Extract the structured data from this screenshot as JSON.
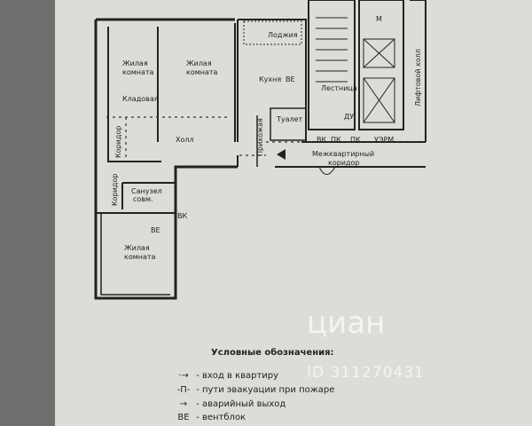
{
  "rooms": {
    "living1": [
      "Жилая",
      "комната"
    ],
    "living2": [
      "Жилая",
      "комната"
    ],
    "living3": [
      "Жилая",
      "комната"
    ],
    "storage": "Кладовая",
    "hall": "Холл",
    "kitchen": "Кухня",
    "loggia": "Лоджия",
    "toilet": "Туалет",
    "bath": [
      "Санузел",
      "совм."
    ],
    "corridor1": "Коридор",
    "corridor2": "Коридор",
    "hallway": "Прихожая",
    "stairs": "Лестница",
    "shaft": "Лифтовой холл",
    "intercorridor": [
      "Межквартирный",
      "коридор"
    ]
  },
  "codes": {
    "be1": "ВЕ",
    "be2": "ВЕ",
    "vk1": "ВК",
    "vk2": "ВК",
    "pk1": "ПК",
    "pk2": "ПК",
    "du": "ДУ",
    "uzerm": "УЭРМ",
    "m": "М"
  },
  "legend": {
    "title": "Условные обозначения:",
    "items": [
      {
        "symbol": "·→",
        "text": "- вход в квартиру"
      },
      {
        "symbol": "-П-",
        "text": "- пути эвакуации при пожаре"
      },
      {
        "symbol": "→",
        "text": "- аварийный выход"
      },
      {
        "symbol": "ВЕ",
        "text": "- вентблок"
      }
    ]
  },
  "watermark": {
    "brand": "циан",
    "id": "ID 311270431"
  }
}
